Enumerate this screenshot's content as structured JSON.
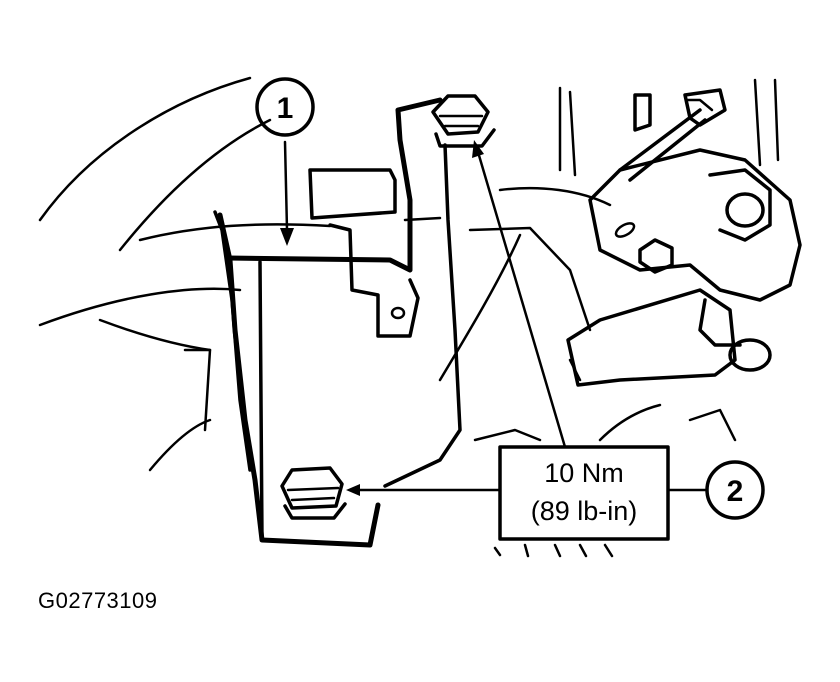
{
  "figure_id": "G02773109",
  "callouts": [
    {
      "number": "1"
    },
    {
      "number": "2"
    }
  ],
  "torque_spec": {
    "line1": "10 Nm",
    "line2": "(89 lb-in)"
  },
  "colors": {
    "ink": "#000000",
    "paper": "#ffffff"
  }
}
